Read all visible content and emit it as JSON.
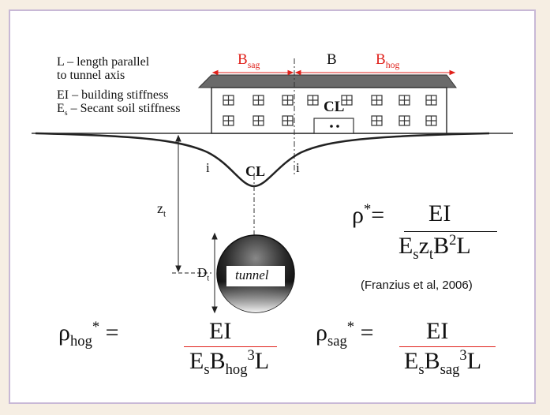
{
  "legend": {
    "length": "L – length parallel",
    "length_line2": "to tunnel axis",
    "building_stiffness": "EI – building stiffness",
    "soil_sub": "s",
    "soil_stiffness": " – Secant soil stiffness"
  },
  "labels": {
    "b_sag_sub": "sag",
    "b": "B",
    "b_hog_sub": "hog",
    "cl": "CL",
    "i": "i",
    "t_sub": "t",
    "tunnel": "tunnel"
  },
  "formula_main": {
    "star": "*",
    "numerator": "EI",
    "sub_s": "s",
    "sub_t": "t",
    "sup_2": "2"
  },
  "citation": "(Franzius et al, 2006)",
  "formula_hog": {
    "sub": "hog",
    "star": "*",
    "numerator": "EI",
    "sub_s": "s",
    "sup_3": "3"
  },
  "formula_sag": {
    "sub": "sag",
    "star": "*",
    "numerator": "EI",
    "sub_s": "s",
    "sup_3": "3"
  },
  "colors": {
    "accent_red": "#e0211b",
    "panel_border": "#c8b8d6",
    "background": "#f6eee3"
  }
}
